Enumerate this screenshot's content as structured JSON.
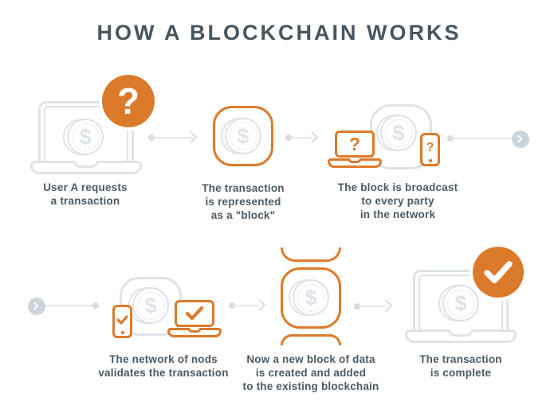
{
  "title": "HOW A BLOCKCHAIN WORKS",
  "steps": [
    {
      "name": "request",
      "lines": [
        "User A requests",
        "a transaction"
      ]
    },
    {
      "name": "block",
      "lines": [
        "The transaction",
        "is represented",
        "as a \"block\""
      ]
    },
    {
      "name": "broadcast",
      "lines": [
        "The block is broadcast",
        "to every party",
        "in the network"
      ]
    },
    {
      "name": "validate",
      "lines": [
        "The network of nods",
        "validates the transaction"
      ]
    },
    {
      "name": "new-block",
      "lines": [
        "Now a new block of data",
        "is created and added",
        "to the existing blockchain"
      ]
    },
    {
      "name": "complete",
      "lines": [
        "The transaction",
        "is complete"
      ]
    }
  ],
  "icons": {
    "dollar": "$",
    "question": "?",
    "check": "✓"
  },
  "colors": {
    "accent": "#DC7A2B",
    "outline": "#DDE3E8",
    "text": "#4A5A66",
    "title": "#475560",
    "connector": "#E2E6EA",
    "connector_dark": "#D6DCE1",
    "wrap_circle": "#CCD4DB"
  }
}
